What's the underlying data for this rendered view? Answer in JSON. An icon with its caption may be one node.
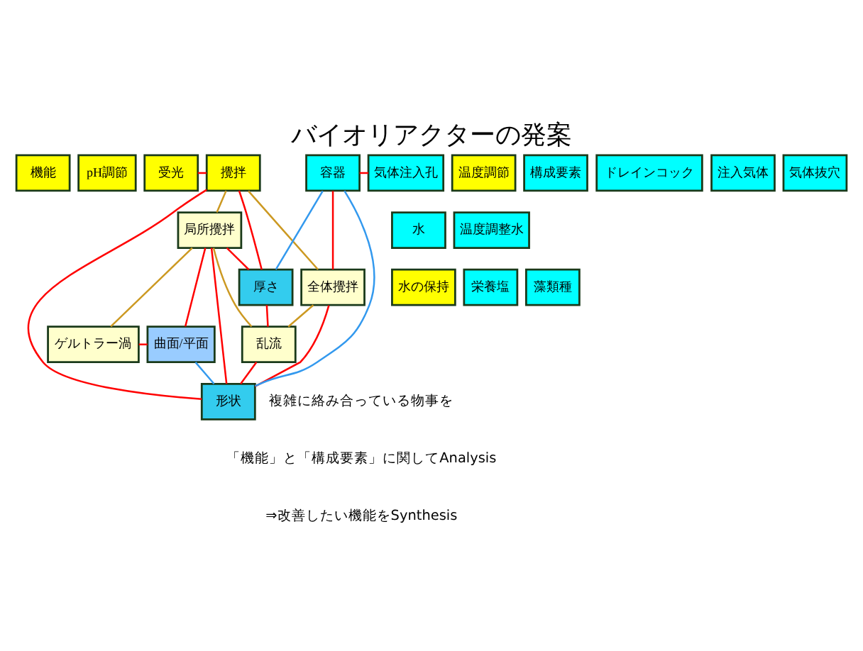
{
  "diagram": {
    "title": "バイオリアクターの発案",
    "nodes": [
      {
        "text": [
          "機能"
        ]
      },
      {
        "text": [
          "pH調節"
        ]
      },
      {
        "text": [
          "受光"
        ]
      },
      {
        "text": [
          "攪拌"
        ]
      },
      {
        "text": [
          "温度調節"
        ]
      },
      {
        "text": [
          "水の保持"
        ]
      },
      {
        "text": [
          "全体攪拌"
        ]
      },
      {
        "text": [
          "局所攪拌"
        ]
      },
      {
        "text": [
          "乱流"
        ]
      },
      {
        "text": [
          "ゲルトラー渦"
        ]
      },
      {
        "text": [
          "構成要素"
        ]
      },
      {
        "text": [
          "容器"
        ]
      },
      {
        "text": [
          "気体注入孔"
        ]
      },
      {
        "text": [
          "ドレインコック"
        ]
      },
      {
        "text": [
          "注入気体"
        ]
      },
      {
        "text": [
          "気体抜穴"
        ]
      },
      {
        "text": [
          "栄養塩"
        ]
      },
      {
        "text": [
          "藻類種"
        ]
      },
      {
        "text": [
          "水"
        ]
      },
      {
        "text": [
          "温度調整水"
        ]
      },
      {
        "text": [
          "厚さ"
        ]
      },
      {
        "text": [
          "形状"
        ]
      },
      {
        "text": [
          "曲面/平面"
        ]
      }
    ],
    "edges": [
      {
        "from": 2,
        "to": 3,
        "arrow": "none"
      },
      {
        "from": 3,
        "to": 6,
        "arrow": "none",
        "color": "#cc9922"
      },
      {
        "from": 3,
        "to": 7,
        "arrow": "none",
        "color": "#cc9922"
      },
      {
        "from": 6,
        "to": 8,
        "arrow": "none",
        "color": "#cc9922"
      },
      {
        "from": 7,
        "to": 8,
        "arrow": "none",
        "color": "#cc9922"
      },
      {
        "from": 7,
        "to": 9,
        "arrow": "none",
        "color": "#cc9922"
      },
      {
        "from": 11,
        "to": 12,
        "arrow": "none"
      },
      {
        "from": 3,
        "to": 20,
        "arrow": "none"
      },
      {
        "from": 3,
        "to": 21,
        "arrow": "none"
      },
      {
        "from": 6,
        "to": 11,
        "arrow": "none"
      },
      {
        "from": 6,
        "to": 21,
        "arrow": "none"
      },
      {
        "from": 7,
        "to": 20,
        "arrow": "none"
      },
      {
        "from": 7,
        "to": 21,
        "arrow": "none"
      },
      {
        "from": 7,
        "to": 22,
        "arrow": "none"
      },
      {
        "from": 8,
        "to": 20,
        "arrow": "none"
      },
      {
        "from": 8,
        "to": 21,
        "arrow": "none"
      },
      {
        "from": 9,
        "to": 22,
        "arrow": "none"
      },
      {
        "from": 11,
        "to": 20,
        "arrow": "none",
        "color": "#3399ee"
      },
      {
        "from": 11,
        "to": 21,
        "arrow": "none",
        "color": "#3399ee"
      },
      {
        "from": 21,
        "to": 22,
        "arrow": "none",
        "color": "#3399ee"
      }
    ],
    "labels": [
      "複雑に絡み合っている物事を",
      "「機能」と「構成要素」に関してAnalysis",
      "⇒改善したい機能をSynthesis"
    ]
  }
}
